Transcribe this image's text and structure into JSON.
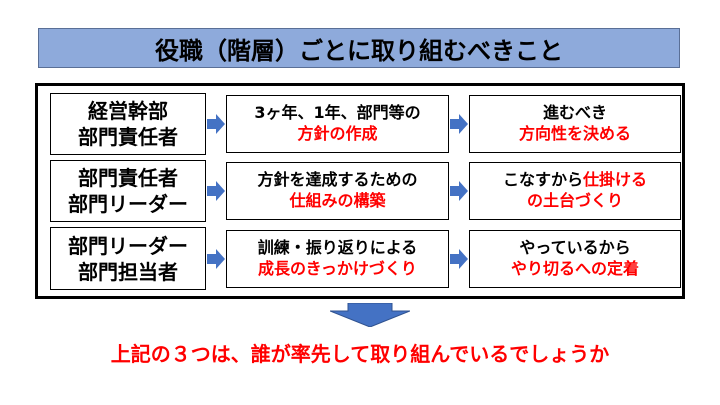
{
  "title": "役職（階層）ごとに取り組むべきこと",
  "rows": [
    {
      "role": [
        "経営幹部",
        "部門責任者"
      ],
      "mid": {
        "black": "3ヶ年、1年、部門等の",
        "red": "方針の作成"
      },
      "right": {
        "black": "進むべき",
        "red": "方向性を決める"
      }
    },
    {
      "role": [
        "部門責任者",
        "部門リーダー"
      ],
      "mid": {
        "black": "方針を達成するための",
        "red": "仕組みの構築"
      },
      "right": {
        "black": "こなすから",
        "red": "仕掛ける",
        "red2": "の土台づくり"
      }
    },
    {
      "role": [
        "部門リーダー",
        "部門担当者"
      ],
      "mid": {
        "black": "訓練・振り返りによる",
        "red": "成長のきっかけづくり"
      },
      "right": {
        "black": "やっているから",
        "red": "やり切るへの定着"
      }
    }
  ],
  "conclusion": "上記の３つは、誰が率先して取り組んでいるでしょうか",
  "colors": {
    "title_bg": "#8eaadb",
    "arrow": "#4472c4",
    "accent": "#ff0000"
  }
}
